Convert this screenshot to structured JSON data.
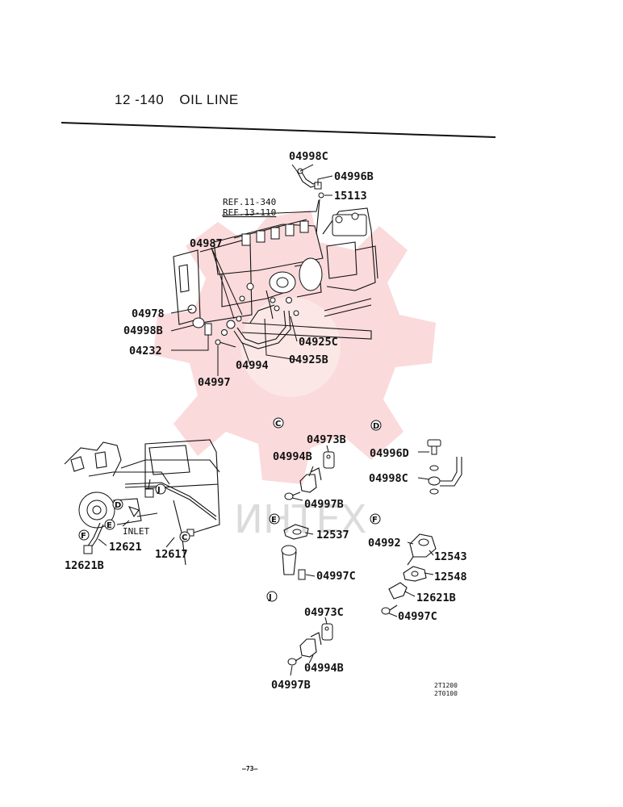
{
  "header": {
    "section": "12 -140",
    "title": "OIL LINE"
  },
  "main_view": {
    "refs": [
      "REF.11-340",
      "REF.13-110"
    ],
    "parts": {
      "p04998C": "04998C",
      "p04996B": "04996B",
      "p15113": "15113",
      "p04987": "04987",
      "p04978": "04978",
      "p04998B": "04998B",
      "p04232": "04232",
      "p04925C": "04925C",
      "p04925B": "04925B",
      "p04994": "04994",
      "p04997": "04997"
    }
  },
  "engine_view": {
    "inlet_label": "INLET",
    "parts": {
      "p12621": "12621",
      "p12617": "12617",
      "p12621B": "12621B"
    }
  },
  "detail_views": {
    "C": {
      "marker": "C",
      "parts": [
        "04973B",
        "04994B",
        "04997B"
      ]
    },
    "D": {
      "marker": "D",
      "parts": [
        "04996D",
        "04998C"
      ]
    },
    "E": {
      "marker": "E",
      "parts": [
        "12537",
        "04997C"
      ]
    },
    "F": {
      "marker": "F",
      "parts": [
        "04992",
        "12543",
        "12548",
        "12621B",
        "04997C"
      ]
    },
    "J": {
      "marker": "J",
      "parts": [
        "04973C",
        "04994B",
        "04997B"
      ]
    }
  },
  "codes": [
    "2T1200",
    "2T0100"
  ],
  "page_number": "—73—",
  "colors": {
    "ink": "#111111",
    "watermark": "#e8262b"
  }
}
